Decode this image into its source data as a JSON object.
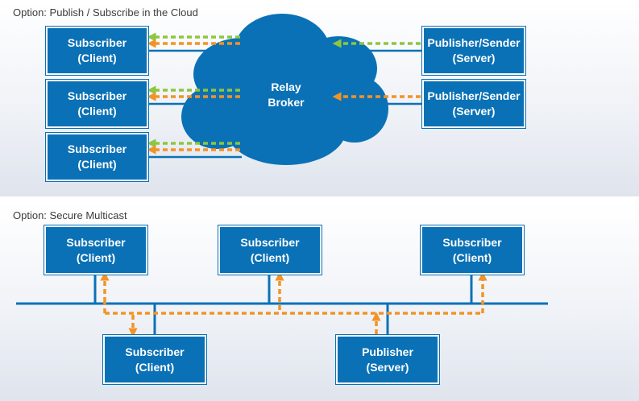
{
  "colors": {
    "node": "#0a71b6",
    "bus": "#0a71b6",
    "cloud": "#0a71b6",
    "arrow_orange": "#f39325",
    "arrow_green": "#8dc63f"
  },
  "top": {
    "title": "Option: Publish / Subscribe in the Cloud",
    "broker": {
      "line1": "Relay",
      "line2": "Broker"
    },
    "subscribers": [
      {
        "line1": "Subscriber",
        "line2": "(Client)"
      },
      {
        "line1": "Subscriber",
        "line2": "(Client)"
      },
      {
        "line1": "Subscriber",
        "line2": "(Client)"
      }
    ],
    "publishers": [
      {
        "line1": "Publisher/Sender",
        "line2": "(Server)"
      },
      {
        "line1": "Publisher/Sender",
        "line2": "(Server)"
      }
    ]
  },
  "bottom": {
    "title": "Option: Secure Multicast",
    "subscribers": [
      {
        "line1": "Subscriber",
        "line2": "(Client)"
      },
      {
        "line1": "Subscriber",
        "line2": "(Client)"
      },
      {
        "line1": "Subscriber",
        "line2": "(Client)"
      },
      {
        "line1": "Subscriber",
        "line2": "(Client)"
      }
    ],
    "publisher": {
      "line1": "Publisher",
      "line2": "(Server)"
    }
  }
}
